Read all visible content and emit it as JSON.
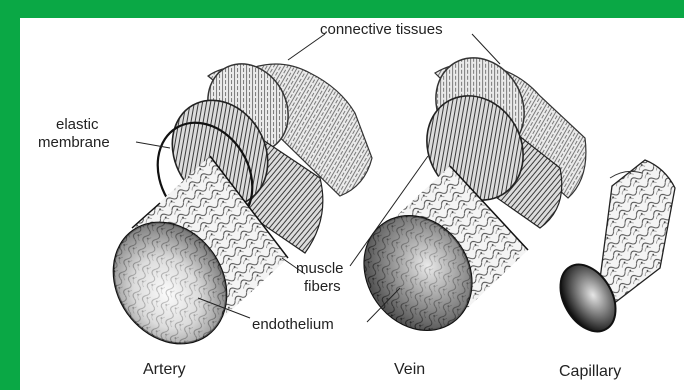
{
  "labels": {
    "connective_tissues": "connective tissues",
    "elastic_membrane_1": "elastic",
    "elastic_membrane_2": "membrane",
    "muscle_fibers_1": "muscle",
    "muscle_fibers_2": "fibers",
    "endothelium": "endothelium"
  },
  "captions": {
    "artery": "Artery",
    "vein": "Vein",
    "capillary": "Capillary"
  },
  "colors": {
    "border": "#0aa845",
    "ink": "#222222",
    "paper": "#ffffff"
  }
}
